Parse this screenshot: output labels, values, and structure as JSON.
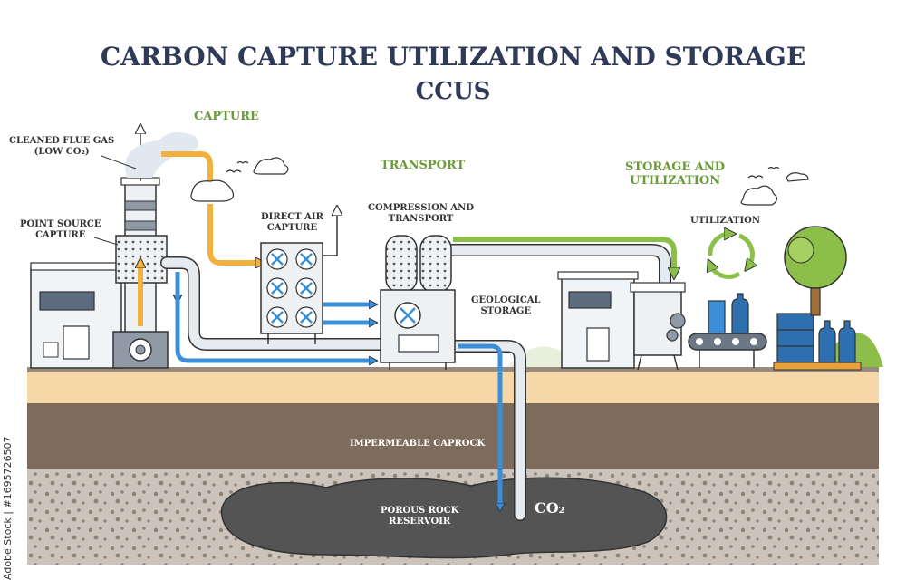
{
  "title": "CARBON CAPTURE UTILIZATION AND STORAGE",
  "subtitle": "CCUS",
  "sections": {
    "capture": "CAPTURE",
    "transport": "TRANSPORT",
    "storage_line1": "STORAGE AND",
    "storage_line2": "UTILIZATION"
  },
  "labels": {
    "flue_gas_line1": "CLEANED FLUE GAS",
    "flue_gas_line2": "(LOW CO₂)",
    "point_source_line1": "POINT SOURCE",
    "point_source_line2": "CAPTURE",
    "direct_air_line1": "DIRECT AIR",
    "direct_air_line2": "CAPTURE",
    "compression_line1": "COMPRESSION AND",
    "compression_line2": "TRANSPORT",
    "geological_line1": "GEOLOGICAL",
    "geological_line2": "STORAGE",
    "utilization": "UTILIZATION",
    "caprock": "IMPERMEABLE CAPROCK",
    "reservoir_line1": "POROUS ROCK",
    "reservoir_line2": "RESERVOIR",
    "co2": "CO₂"
  },
  "watermark": "Adobe Stock | #1695726507",
  "colors": {
    "capture_flow": "#f2b13c",
    "co2_flow": "#3b8fd8",
    "utilization_flow": "#8cbf4a",
    "title": "#2e3a56",
    "section": "#6a9a3a",
    "soil_top": "#f5d7a8",
    "caprock": "#7d6b5b",
    "reservoir_rock": "#ccc4bb",
    "co2_plume": "#545454"
  }
}
